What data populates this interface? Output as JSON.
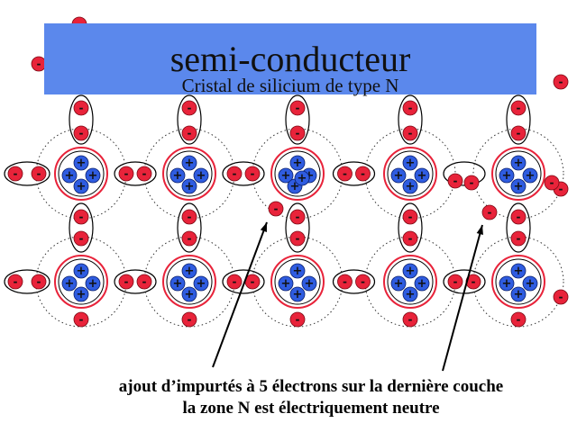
{
  "title": "semi-conducteur",
  "subtitle": "Cristal de silicium de type N",
  "caption_line1": "ajout d’impurtés à 5 électrons sur la dernière couche",
  "caption_line2": "la zone N est électriquement neutre",
  "electron_sign": "-",
  "nucleus_sign": "+",
  "colors": {
    "title_bg": "#5b88ec",
    "electron": "#e8233a",
    "nucleus": "#2f5ce0",
    "ring": "#e8233a",
    "bond": "#000000"
  }
}
